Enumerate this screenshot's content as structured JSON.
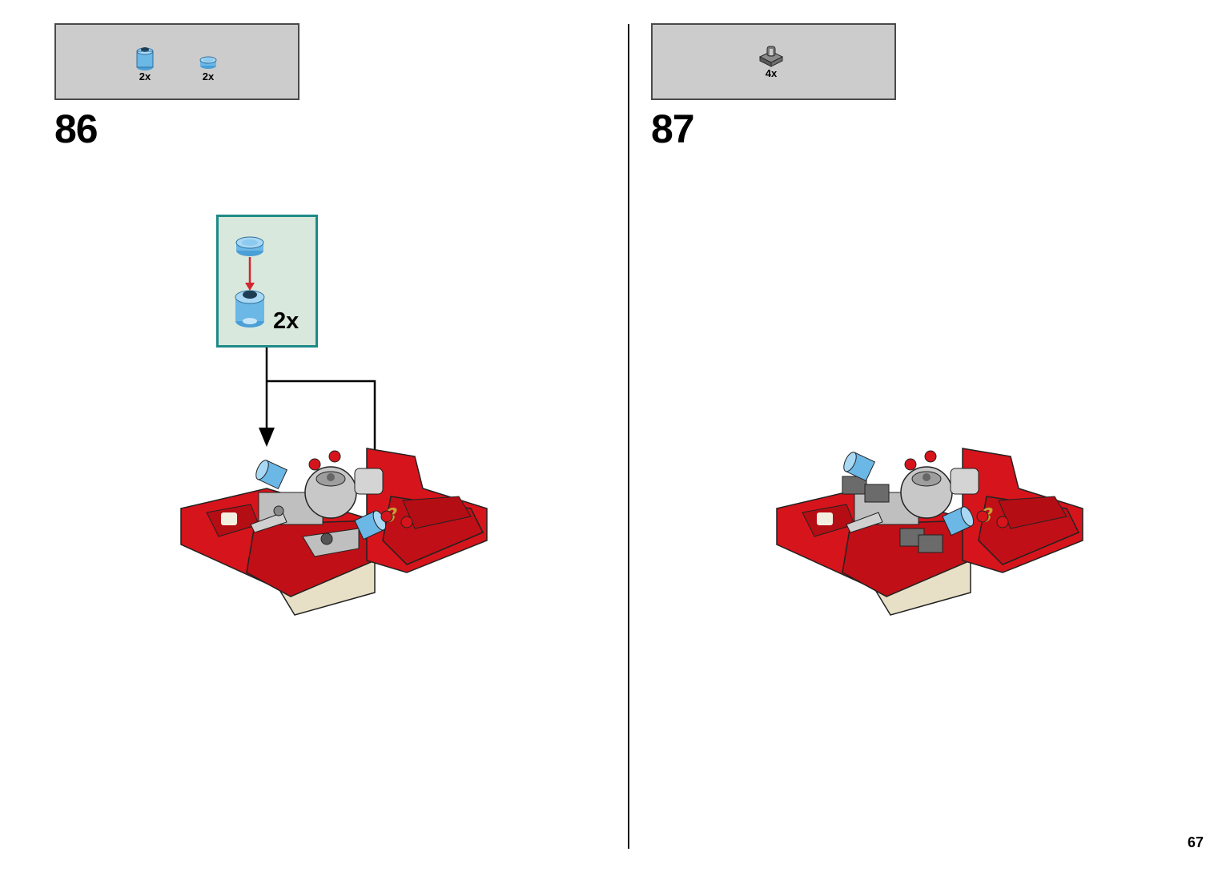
{
  "steps": [
    {
      "number": "86",
      "parts": [
        {
          "icon": "round-brick-trans-blue-icon",
          "qty": "2x"
        },
        {
          "icon": "round-plate-trans-blue-icon",
          "qty": "2x"
        }
      ],
      "callout": {
        "qty": "2x"
      }
    },
    {
      "number": "87",
      "parts": [
        {
          "icon": "clip-plate-gray-icon",
          "qty": "4x"
        }
      ]
    }
  ],
  "page_number": "67",
  "colors": {
    "parts_box_bg": "#cbcccb",
    "callout_bg": "#d9e8dc",
    "callout_border": "#1e8a87",
    "model_red": "#d6141b",
    "trans_blue": "#6bb7e6",
    "arrow_red": "#d22630"
  }
}
